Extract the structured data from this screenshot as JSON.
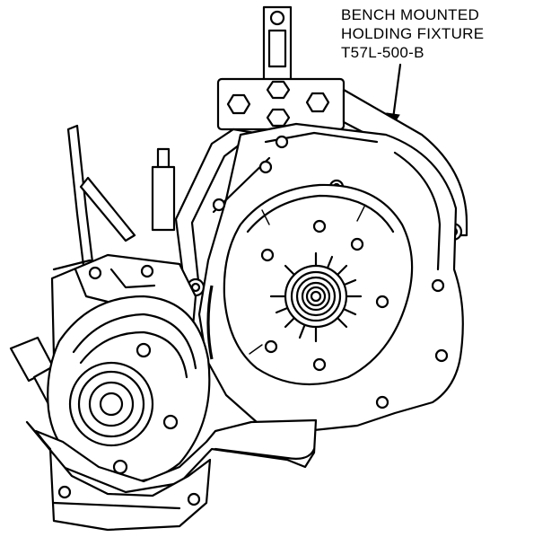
{
  "callout": {
    "line1": "BENCH MOUNTED",
    "line2": "HOLDING FIXTURE",
    "line3": "T57L-500-B"
  }
}
